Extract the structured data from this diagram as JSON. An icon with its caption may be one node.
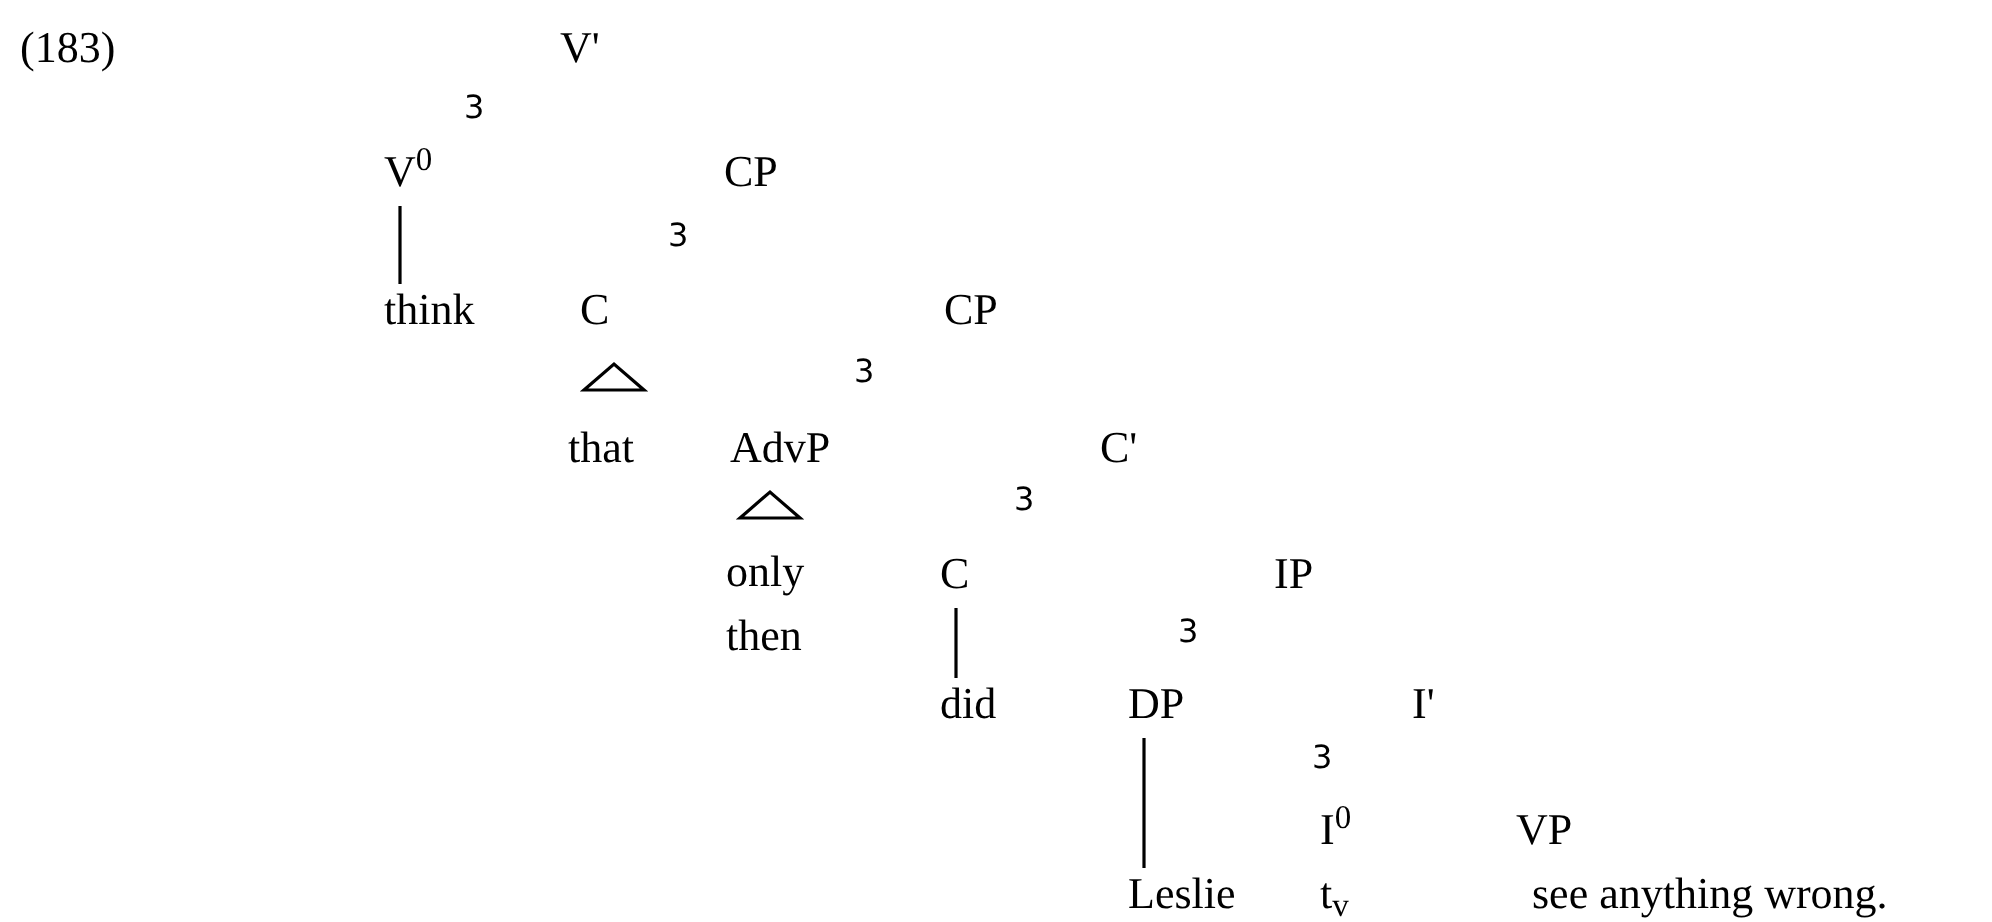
{
  "diagram": {
    "nodes": [
      {
        "text": [
          "V'"
        ]
      },
      {
        "text": [
          "V$^{0}$"
        ]
      },
      {
        "text": [
          "CP"
        ]
      },
      {
        "text": [
          "think"
        ]
      },
      {
        "text": [
          "C"
        ]
      },
      {
        "text": [
          "CP"
        ]
      },
      {
        "text": [],
        "shape": "triangle"
      },
      {
        "text": [
          "that"
        ]
      },
      {
        "text": [
          "AdvP"
        ]
      },
      {
        "text": [
          "C'"
        ]
      },
      {
        "text": [],
        "shape": "triangle"
      },
      {
        "text": [
          "only then"
        ]
      },
      {
        "text": [
          "C"
        ]
      },
      {
        "text": [
          "IP"
        ]
      },
      {
        "text": [
          "did"
        ]
      },
      {
        "text": [
          "DP"
        ]
      },
      {
        "text": [
          "I'"
        ]
      },
      {
        "text": [
          "I$^{0}$"
        ]
      },
      {
        "text": [
          "VP"
        ]
      },
      {
        "text": [
          "Leslie"
        ]
      },
      {
        "text": [
          "t$_{v}$"
        ]
      },
      {
        "text": [
          "see anything wrong."
        ]
      }
    ],
    "edges": [
      {
        "from": 1,
        "to": 3,
        "arrow": "none"
      },
      {
        "from": 12,
        "to": 14,
        "arrow": "none"
      },
      {
        "from": 15,
        "to": 19,
        "arrow": "none"
      }
    ],
    "labels": [
      "(183)",
      "3",
      "3",
      "3",
      "3",
      "3",
      "3"
    ]
  }
}
